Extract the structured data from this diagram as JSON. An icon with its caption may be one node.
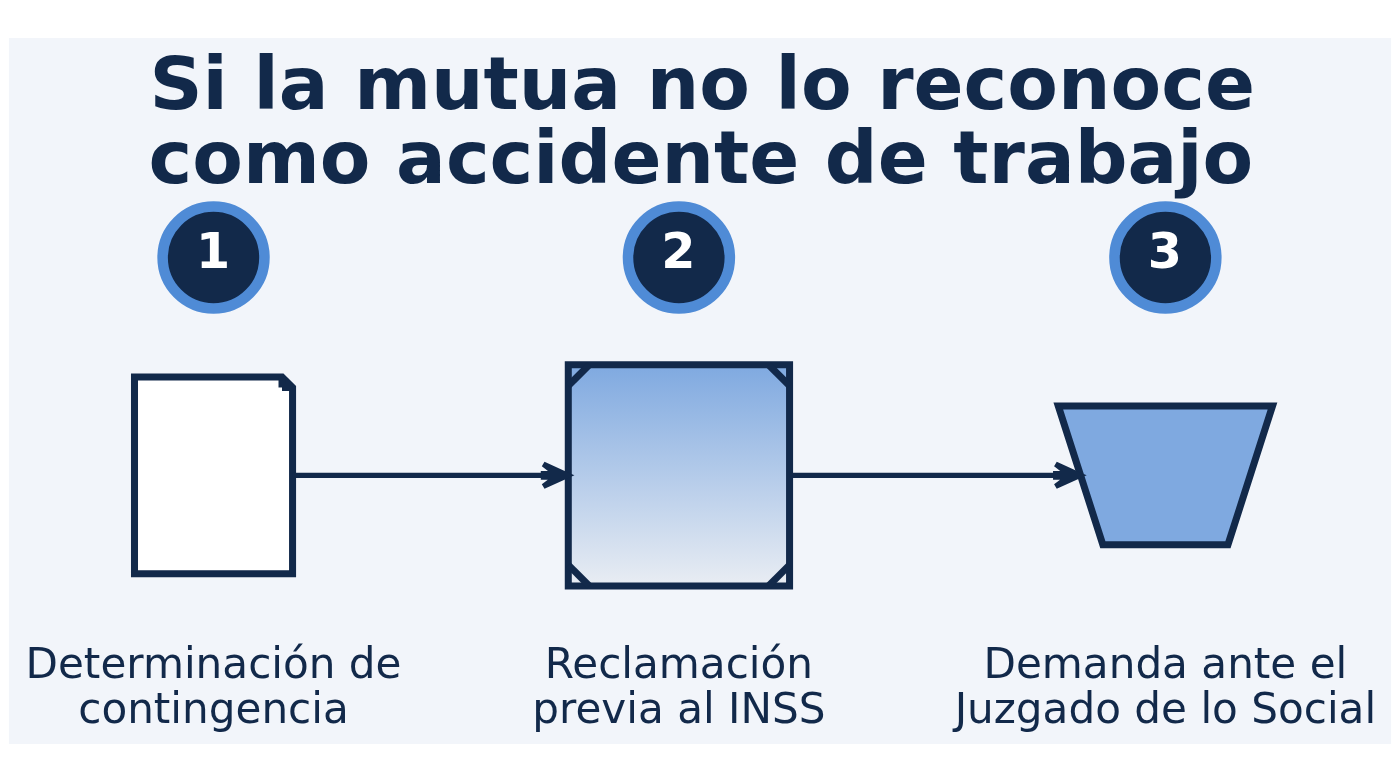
{
  "diagram": {
    "title": "Si la mutua no lo reconoce como accidente de trabajo",
    "nodes": [
      {
        "text": [
          "1"
        ]
      },
      {
        "text": [],
        "shape": "picture",
        "beside": [
          "Determinación de contingencia"
        ]
      },
      {
        "text": [
          "2"
        ]
      },
      {
        "text": [],
        "shape": "picture",
        "beside": [
          "Reclamación previa al INSS"
        ]
      },
      {
        "text": [
          "3"
        ]
      },
      {
        "text": [],
        "shape": "picture",
        "beside": [
          "Demanda ante el Juzgado de lo Social"
        ]
      }
    ],
    "edges": [
      {
        "from": 1,
        "to": 3,
        "arrow": "to"
      },
      {
        "from": 3,
        "to": 5,
        "arrow": "to"
      }
    ]
  }
}
